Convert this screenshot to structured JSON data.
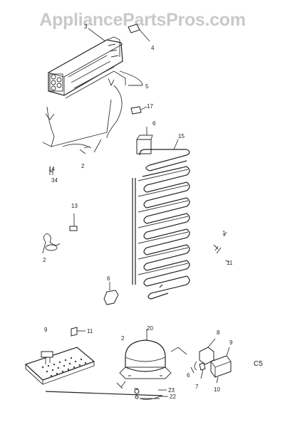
{
  "watermark": "AppliancePartsPros.com",
  "diagram_code": "C5",
  "part_labels": {
    "p3": "3",
    "p4": "4",
    "p5": "5",
    "p17": "17",
    "p6a": "6",
    "p15": "15",
    "p2a": "2",
    "p14": "14",
    "p34": "34",
    "p13": "13",
    "p2b": "2",
    "p1": "1",
    "p11": "11",
    "p6b": "6",
    "p9a": "9",
    "p11b": "11",
    "p2c": "2",
    "p20": "20",
    "p8": "8",
    "p9b": "9",
    "p6c": "6",
    "p7": "7",
    "p10": "10",
    "p23": "23",
    "p22": "22"
  }
}
